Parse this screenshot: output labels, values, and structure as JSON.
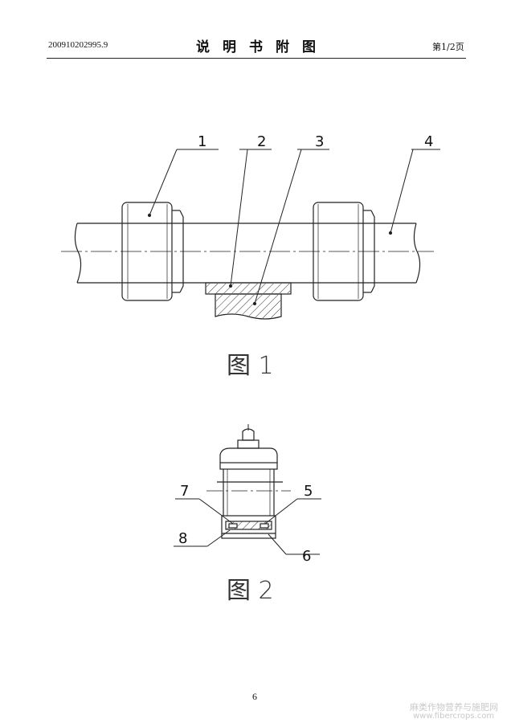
{
  "header": {
    "application_number": "200910202995.9",
    "title": "说明书附图",
    "page_indicator": "第1/2页"
  },
  "figure1": {
    "caption": "图 1",
    "callouts": [
      "1",
      "2",
      "3",
      "4"
    ]
  },
  "figure2": {
    "caption": "图 2",
    "callouts": [
      "7",
      "5",
      "8",
      "6"
    ]
  },
  "footer": {
    "page_number": "6",
    "watermark_cn": "麻类作物营养与施肥网",
    "watermark_url": "www.fibercrops.com"
  }
}
